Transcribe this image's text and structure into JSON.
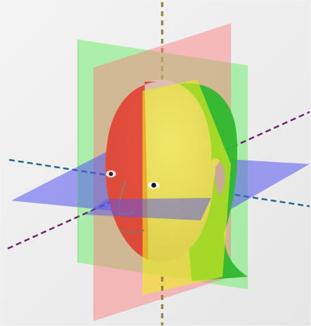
{
  "figure": {
    "subject": "head-icon",
    "planes": [
      {
        "key": "sagittal",
        "color": "#66ee66"
      },
      {
        "key": "coronal",
        "color": "#ff7777"
      },
      {
        "key": "midline-sagittal",
        "color": "#eeee22"
      },
      {
        "key": "transverse",
        "color": "#5555ee"
      }
    ],
    "axes": [
      {
        "key": "vertical",
        "color": "#8a7a3a"
      },
      {
        "key": "anteroposterior",
        "color": "#6a2a6a"
      },
      {
        "key": "mediolateral",
        "color": "#1f6a8a"
      }
    ],
    "colors": {
      "background": "#eeeeee",
      "skin": "#d7b8a6",
      "skin_shadow": "#b89a88"
    }
  }
}
